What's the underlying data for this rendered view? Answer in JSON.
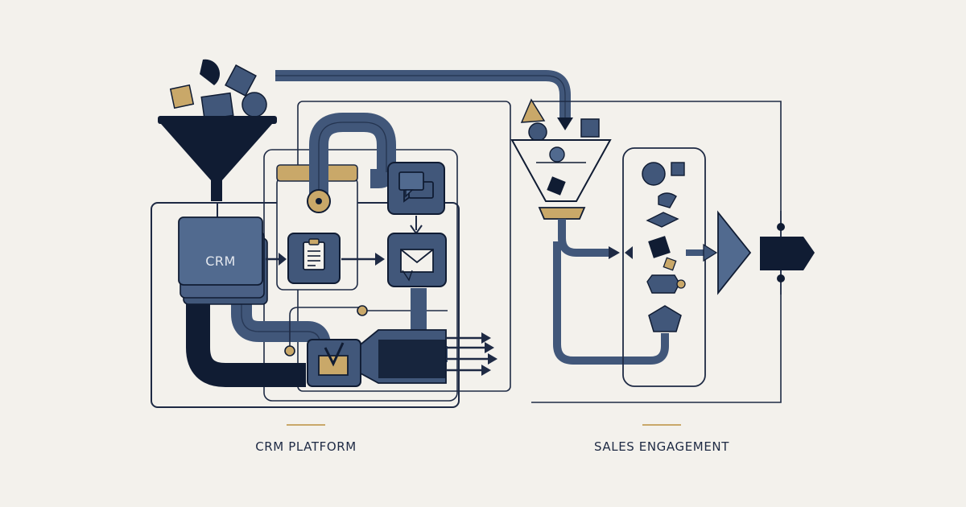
{
  "crm_box": {
    "label": "CRM"
  },
  "captions": {
    "left": "CRM PLATFORM",
    "right": "SALES ENGAGEMENT"
  },
  "colors": {
    "navy": "#101c33",
    "slate": "#41577a",
    "slate_light": "#516a8f",
    "gold": "#c9a869",
    "line": "#1e2a44",
    "background": "#f3f1ec"
  },
  "icons": [
    "funnel-icon",
    "clipboard-icon",
    "chat-bubble-icon",
    "envelope-icon",
    "inbox-tray-icon",
    "arrow-icon",
    "pentagon-endpoint-icon"
  ]
}
